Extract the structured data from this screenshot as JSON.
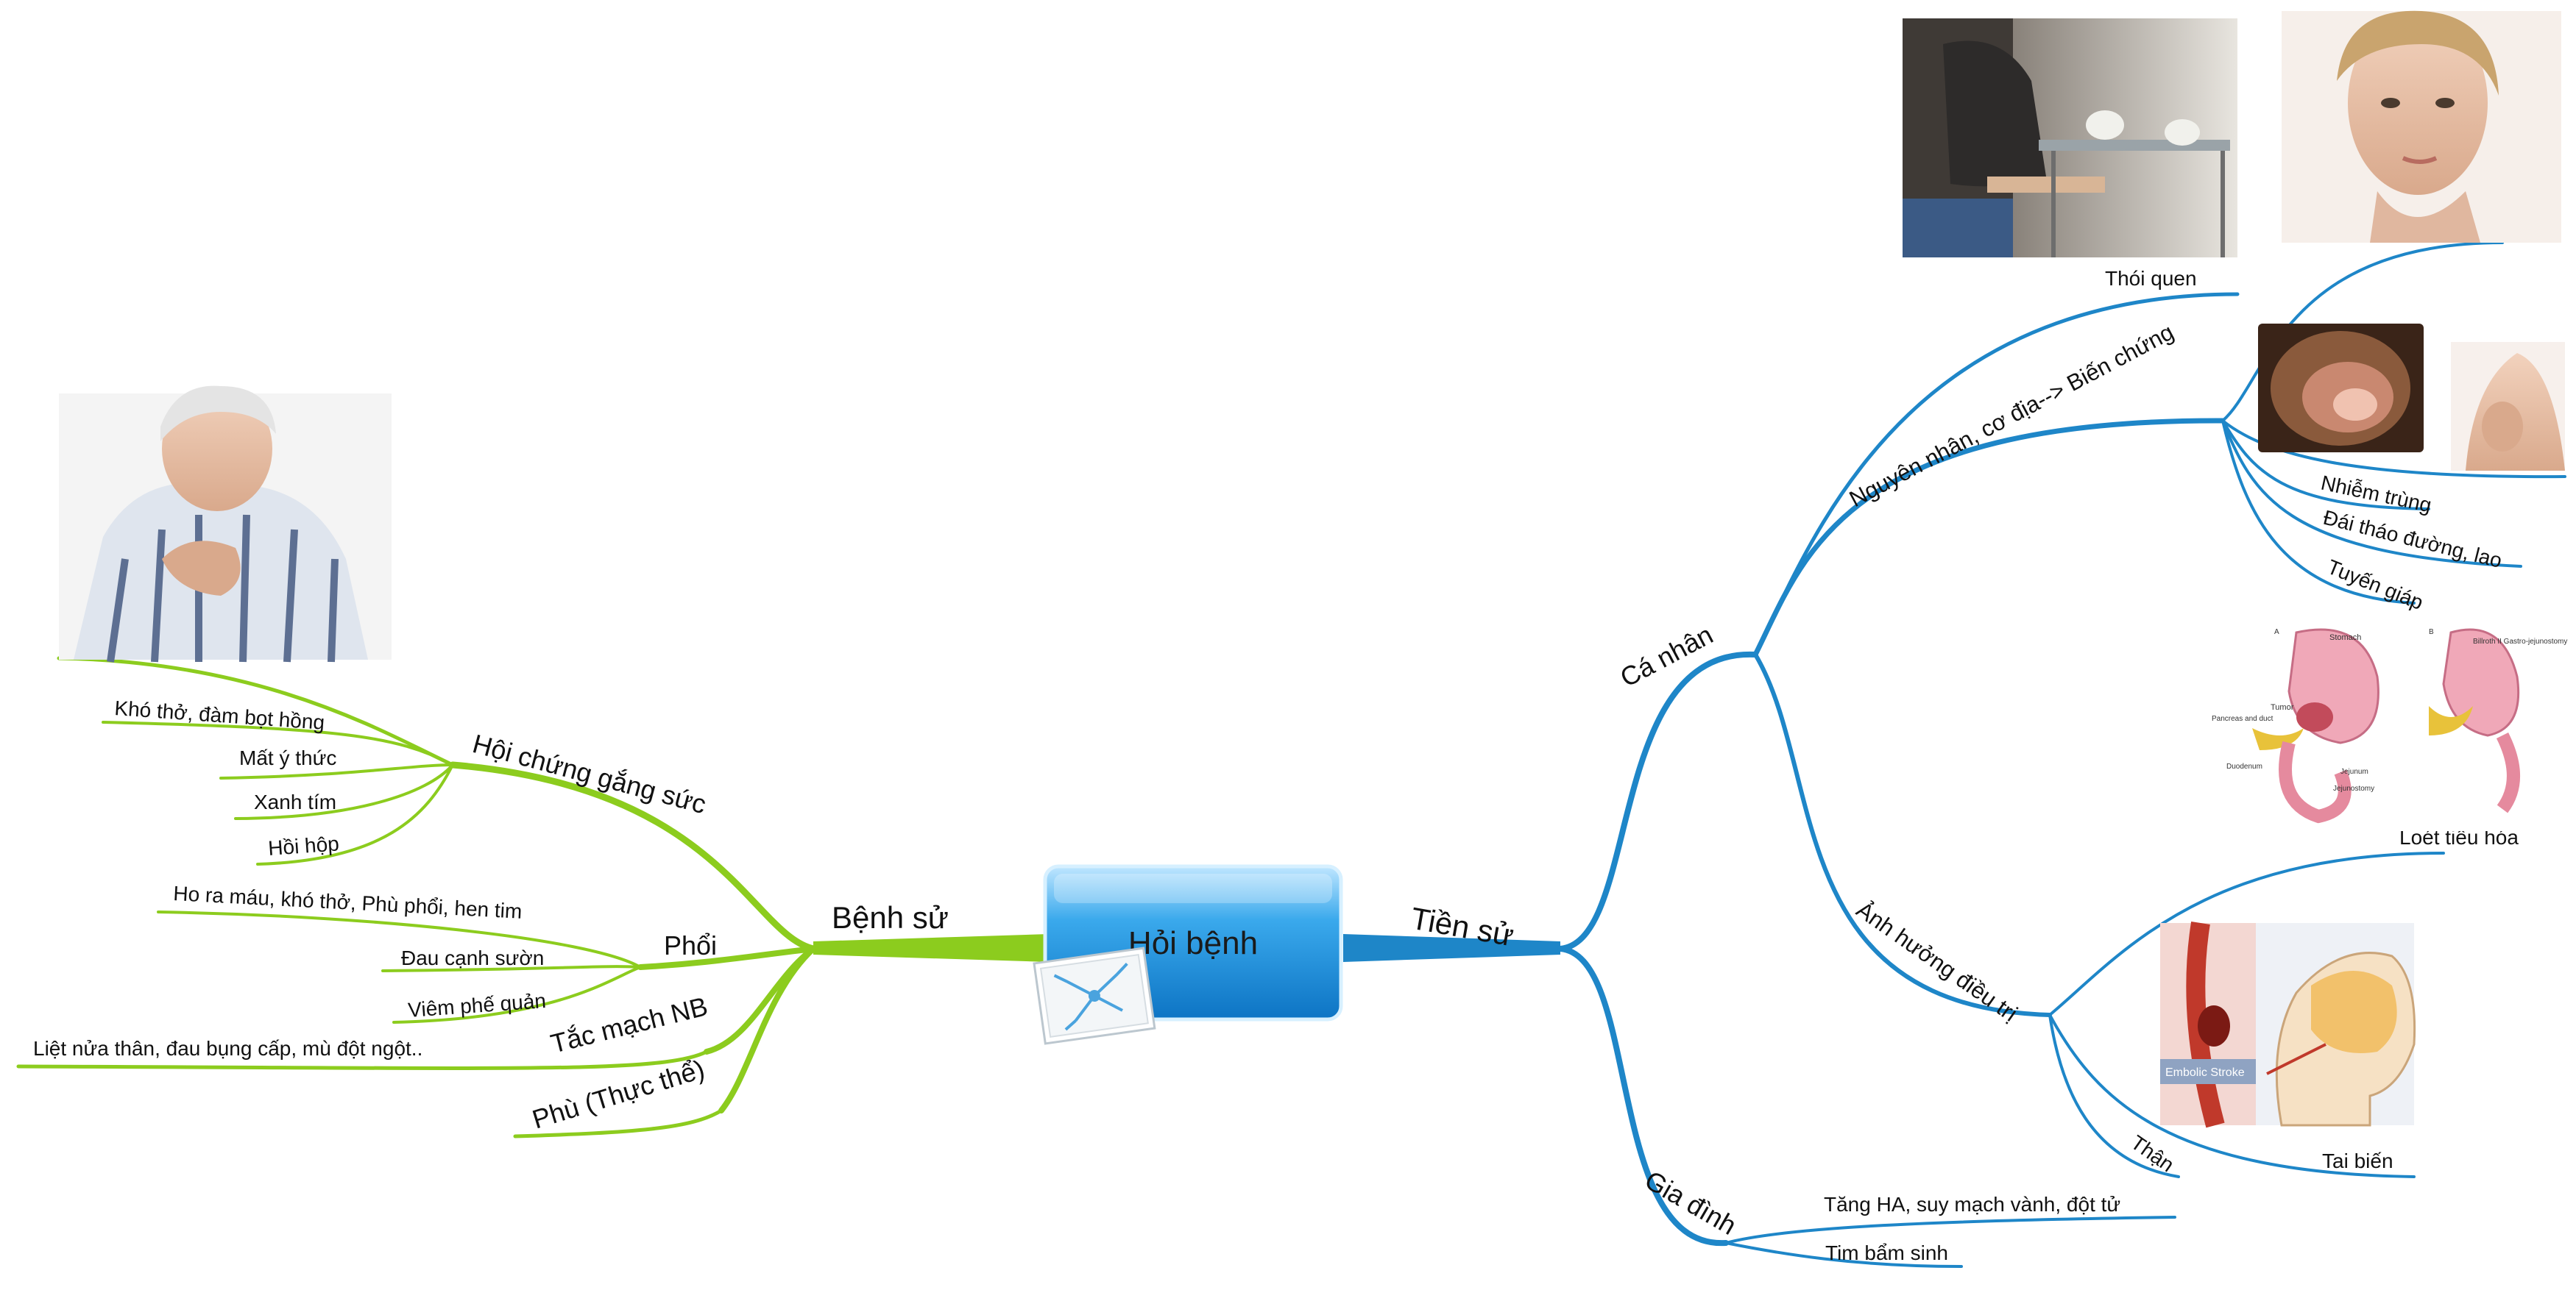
{
  "central": {
    "title": "Hỏi bệnh"
  },
  "colors": {
    "left_branch": "#8ccc1e",
    "right_branch": "#1e86c8",
    "central_fill": "#2c9fe3"
  },
  "left": {
    "label": "Bệnh sử",
    "children": [
      {
        "label": "Hội chứng gắng sức",
        "items": [
          "Khó thở, đàm bọt hồng",
          "Mất ý thức",
          "Xanh tím",
          "Hồi hộp"
        ],
        "image": "man-chest-pain-photo"
      },
      {
        "label": "Phổi",
        "items": [
          "Ho ra máu, khó thở, Phù phổi, hen tim",
          "Đau cạnh sườn",
          "Viêm phế quản"
        ]
      },
      {
        "label": "Tắc mạch NB",
        "items": [
          "Liệt nửa thân, đau bụng cấp, mù đột ngột.."
        ]
      },
      {
        "label": "Phù (Thực thể)",
        "items": []
      }
    ]
  },
  "right": {
    "label": "Tiền sử",
    "children": [
      {
        "label": "Cá nhân",
        "children": [
          {
            "label": "Thói quen",
            "image": "smoking-photo"
          },
          {
            "label": "Nguyên nhân, cơ địa--> Biến chứng",
            "items": [
              "Nhiễm trùng",
              "Đái tháo đường, lao",
              "Tuyến giáp"
            ],
            "images": [
              "throat-pain-photo",
              "endoscopy-photo",
              "back-pain-photo"
            ]
          },
          {
            "label": "Ảnh hưởng điều trị",
            "items": [
              "Loét tiêu hóa",
              "Tai biến",
              "Thận"
            ],
            "images": [
              "stomach-surgery-illustration",
              "embolic-stroke-illustration"
            ]
          }
        ]
      },
      {
        "label": "Gia đình",
        "items": [
          "Tăng HA, suy mạch vành, đột tử",
          "Tim bẩm sinh"
        ]
      }
    ]
  },
  "illustrations": {
    "stomach": [
      "Stomach",
      "Tumor",
      "Pancreas and duct",
      "Duodenum",
      "Jejunum",
      "Jejunostomy",
      "Billroth II Gastro-jejunostomy"
    ],
    "stroke": [
      "Embolic Stroke"
    ]
  }
}
